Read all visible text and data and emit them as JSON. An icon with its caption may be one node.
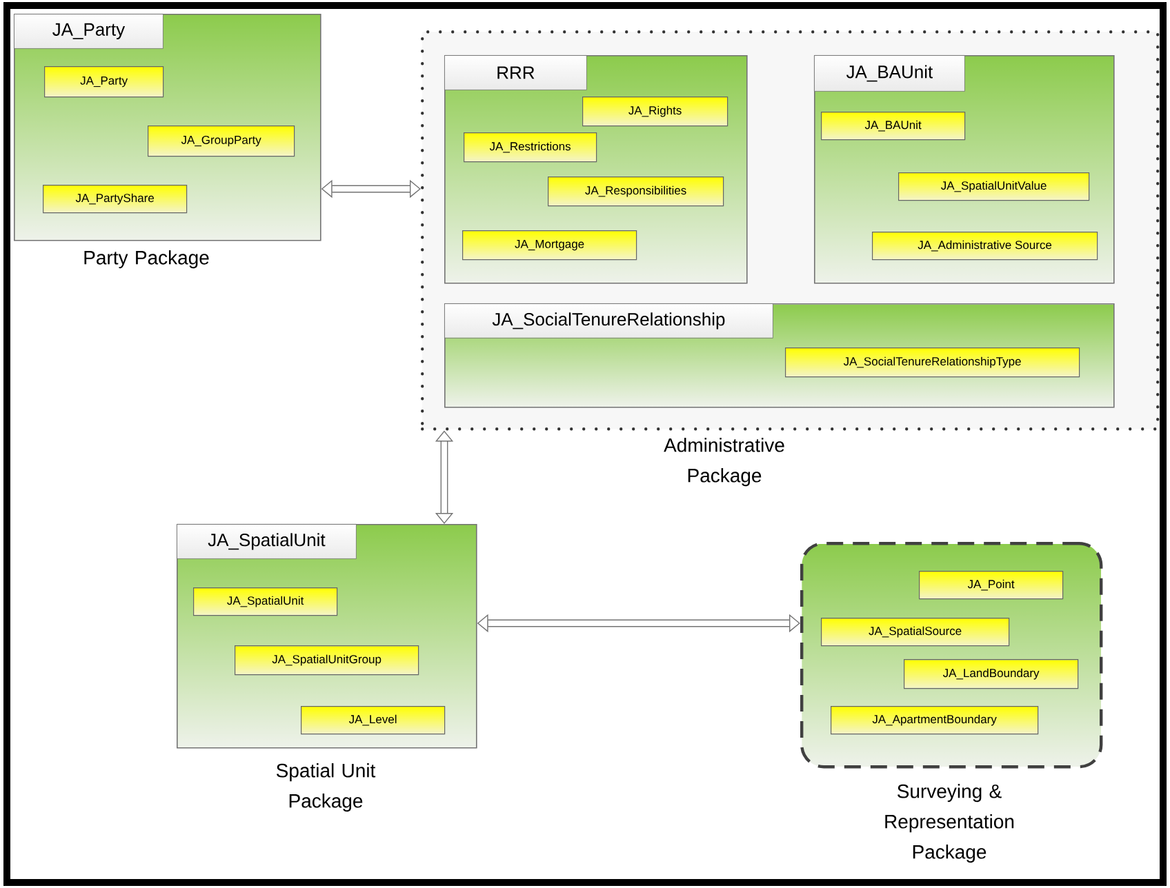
{
  "diagram": {
    "nodes": [
      {
        "text": [],
        "shape": "box",
        "beside": [
          "Party Package"
        ]
      },
      {
        "text": [
          "JA_Party"
        ],
        "in": 0
      },
      {
        "text": [
          "JA_Party"
        ],
        "in": 0
      },
      {
        "text": [
          "JA_GroupParty"
        ],
        "in": 0
      },
      {
        "text": [
          "JA_PartyShare"
        ],
        "in": 0
      },
      {
        "text": [],
        "shape": "box",
        "beside": [
          "Administrative Package"
        ]
      },
      {
        "text": [],
        "shape": "box",
        "in": 5
      },
      {
        "text": [
          "RRR"
        ],
        "in": 6
      },
      {
        "text": [
          "JA_Rights"
        ],
        "in": 6
      },
      {
        "text": [
          "JA_Restrictions"
        ],
        "in": 6
      },
      {
        "text": [
          "JA_Responsibilities"
        ],
        "in": 6
      },
      {
        "text": [
          "JA_Mortgage"
        ],
        "in": 6
      },
      {
        "text": [],
        "shape": "box",
        "in": 5
      },
      {
        "text": [
          "JA_BAUnit"
        ],
        "in": 12
      },
      {
        "text": [
          "JA_BAUnit"
        ],
        "in": 12
      },
      {
        "text": [
          "JA_SpatialUnitValue"
        ],
        "in": 12
      },
      {
        "text": [
          "JA_Administrative Source"
        ],
        "in": 12
      },
      {
        "text": [],
        "shape": "box",
        "in": 5
      },
      {
        "text": [
          "JA_SocialTenureRelationship"
        ],
        "in": 17
      },
      {
        "text": [
          "JA_SocialTenureRelationshipType"
        ],
        "in": 17
      },
      {
        "text": [],
        "shape": "box",
        "beside": [
          "Spatial Unit Package"
        ]
      },
      {
        "text": [
          "JA_SpatialUnit"
        ],
        "in": 20
      },
      {
        "text": [
          "JA_SpatialUnit"
        ],
        "in": 20
      },
      {
        "text": [
          "JA_SpatialUnitGroup"
        ],
        "in": 20
      },
      {
        "text": [
          "JA_Level"
        ],
        "in": 20
      },
      {
        "text": [],
        "shape": "box",
        "beside": [
          "Surveying & Representation Package"
        ]
      },
      {
        "text": [
          "JA_Point"
        ],
        "in": 25
      },
      {
        "text": [
          "JA_SpatialSource"
        ],
        "in": 25
      },
      {
        "text": [
          "JA_LandBoundary"
        ],
        "in": 25
      },
      {
        "text": [
          "JA_ApartmentBoundary"
        ],
        "in": 25
      }
    ],
    "edges": [
      {
        "from": 0,
        "to": 5,
        "arrow": "both"
      },
      {
        "from": 5,
        "to": 20,
        "arrow": "both"
      },
      {
        "from": 20,
        "to": 25,
        "arrow": "both"
      }
    ]
  }
}
